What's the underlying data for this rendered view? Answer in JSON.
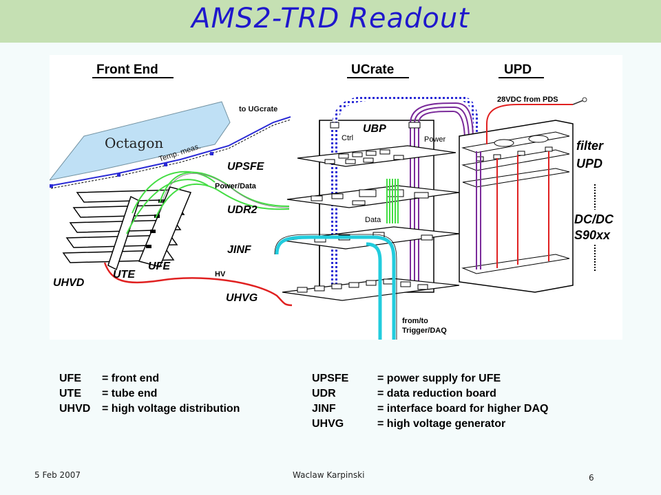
{
  "title": "AMS2-TRD Readout",
  "diagram": {
    "headings": {
      "front_end": "Front End",
      "ucrate": "UCrate",
      "upd": "UPD"
    },
    "labels": {
      "octagon": "Octagon",
      "temp_meas": "Temp. meas.",
      "to_ugcrate": "to UGcrate",
      "vdc_from_pds": "28VDC from PDS",
      "ctrl": "Ctrl",
      "ubp": "UBP",
      "power": "Power",
      "upsfe": "UPSFE",
      "power_data": "Power/Data",
      "udr2": "UDR2",
      "data": "Data",
      "jinf": "JINF",
      "uhvg": "UHVG",
      "hv": "HV",
      "ufe": "UFE",
      "ute": "UTE",
      "uhvd": "UHVD",
      "filter": "filter",
      "upd": "UPD",
      "dcdc": "DC/DC",
      "s90xx": "S90xx",
      "from_to": "from/to",
      "trigger_daq": "Trigger/DAQ"
    },
    "colors": {
      "control_bus": "#2a2ad6",
      "power_lines": "#7a2a9a",
      "hv_line": "#e02020",
      "data_lines": "#44dd44",
      "daq_lines": "#22ccdd",
      "octagon_fill": "#bfe0f5"
    }
  },
  "legend": {
    "left": [
      {
        "abbr": "UFE",
        "desc": "= front end"
      },
      {
        "abbr": "UTE",
        "desc": "= tube end"
      },
      {
        "abbr": "UHVD",
        "desc": "= high voltage distribution"
      }
    ],
    "right": [
      {
        "abbr": "UPSFE",
        "desc": "= power supply for UFE"
      },
      {
        "abbr": "UDR",
        "desc": "= data reduction board"
      },
      {
        "abbr": "JINF",
        "desc": "= interface board for higher DAQ"
      },
      {
        "abbr": "UHVG",
        "desc": "= high voltage generator"
      }
    ]
  },
  "footer": {
    "date": "5 Feb 2007",
    "author": "Waclaw Karpinski",
    "page": "6"
  }
}
